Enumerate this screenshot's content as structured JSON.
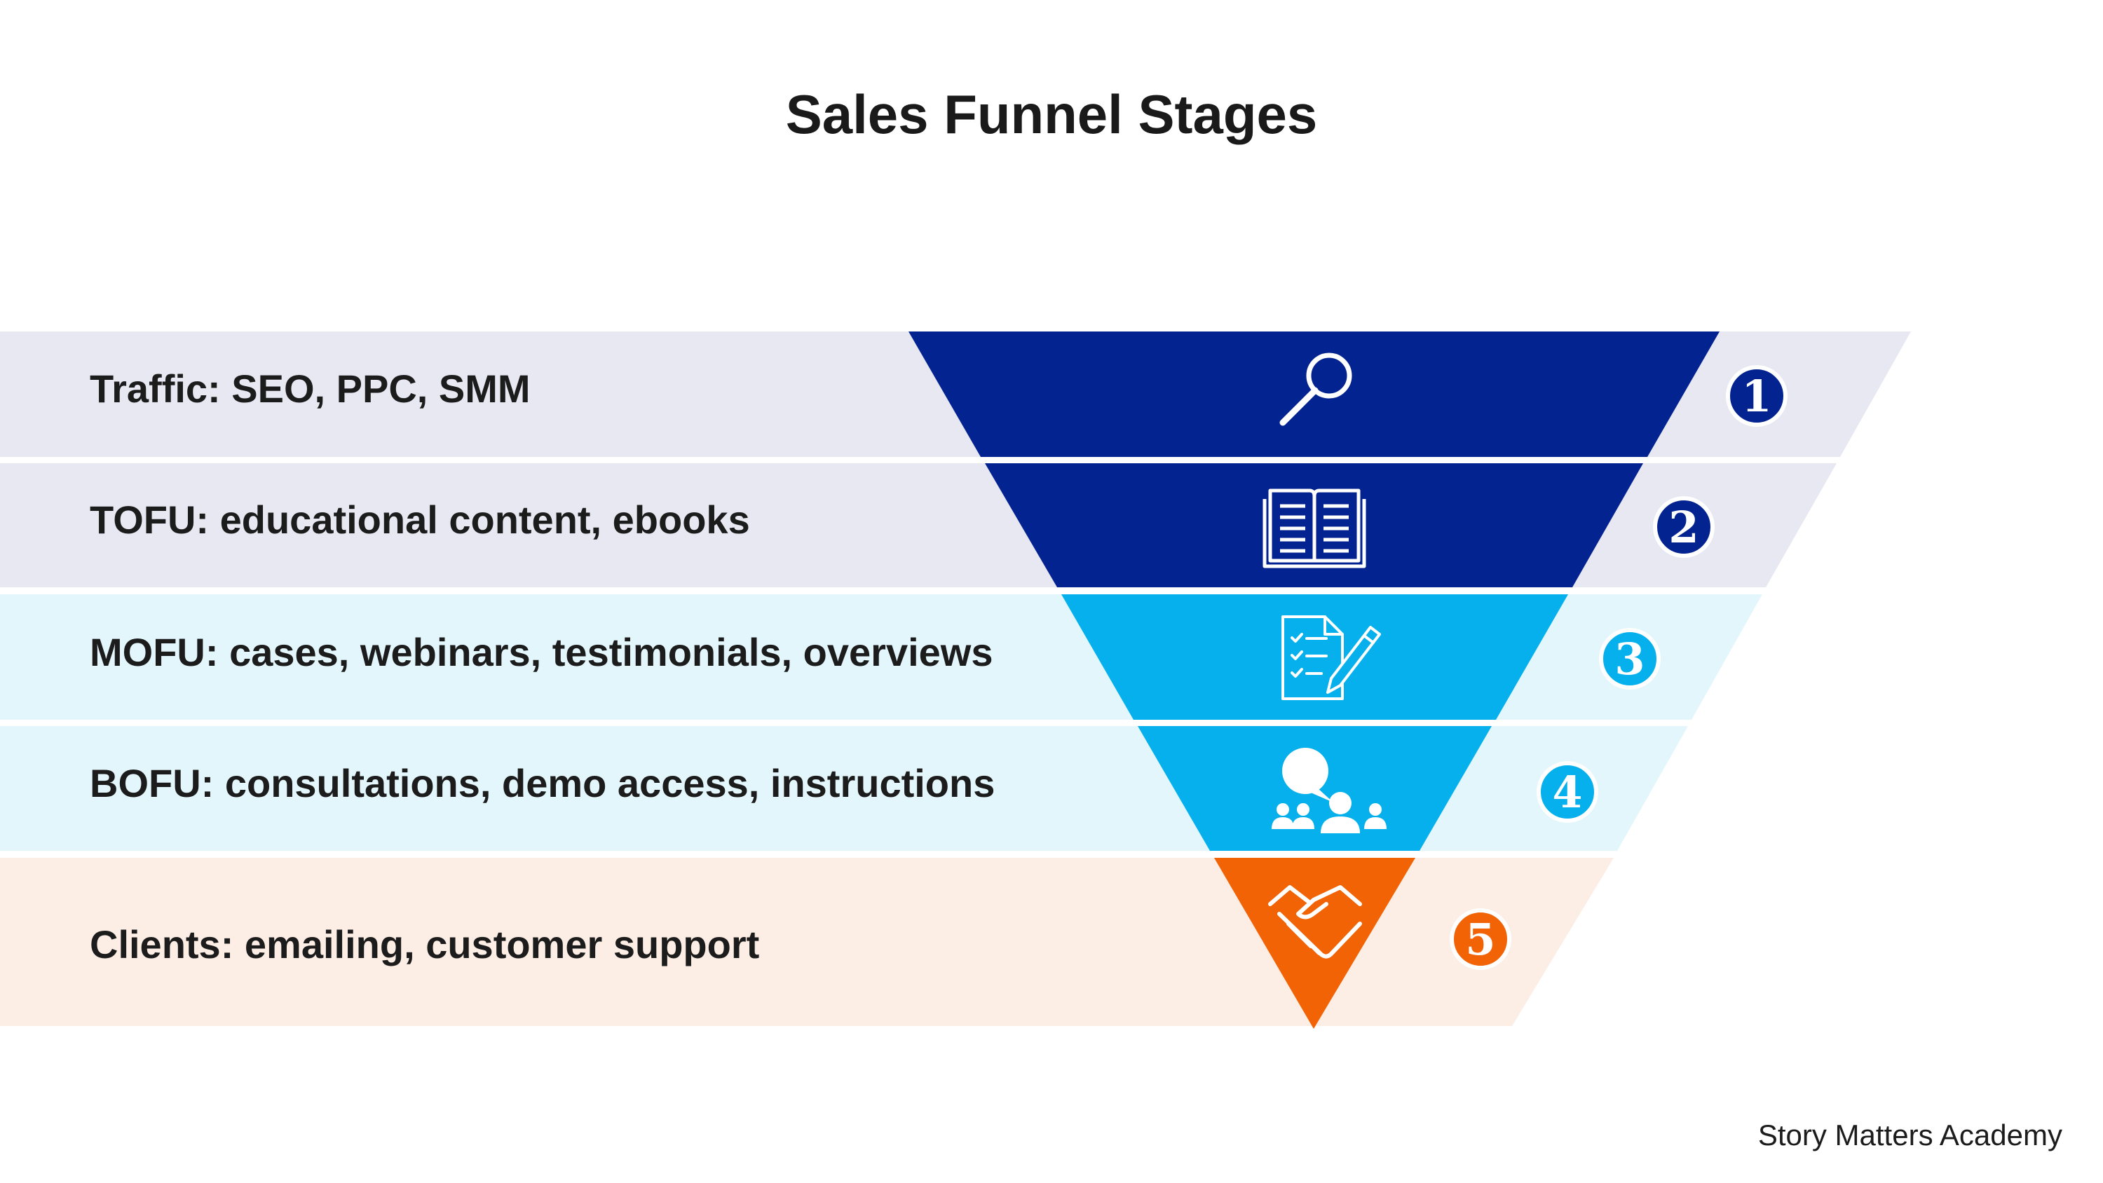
{
  "title": "Sales Funnel Stages",
  "footer": "Story Matters Academy",
  "stages": [
    {
      "number": "1",
      "label": "Traffic: SEO, PPC, SMM",
      "icon": "magnifier-icon",
      "color": "#032391",
      "band_color": "#e8e8f3"
    },
    {
      "number": "2",
      "label": "TOFU: educational content, ebooks",
      "icon": "open-book-icon",
      "color": "#032391",
      "band_color": "#e8e8f3"
    },
    {
      "number": "3",
      "label": "MOFU: cases, webinars, testimonials, overviews",
      "icon": "checklist-pencil-icon",
      "color": "#05b0ec",
      "band_color": "#e3f6fc"
    },
    {
      "number": "4",
      "label": "BOFU: consultations, demo access, instructions",
      "icon": "audience-speech-icon",
      "color": "#05b0ec",
      "band_color": "#e3f6fc"
    },
    {
      "number": "5",
      "label": "Clients: emailing, customer support",
      "icon": "handshake-icon",
      "color": "#f26306",
      "band_color": "#fcede5"
    }
  ]
}
